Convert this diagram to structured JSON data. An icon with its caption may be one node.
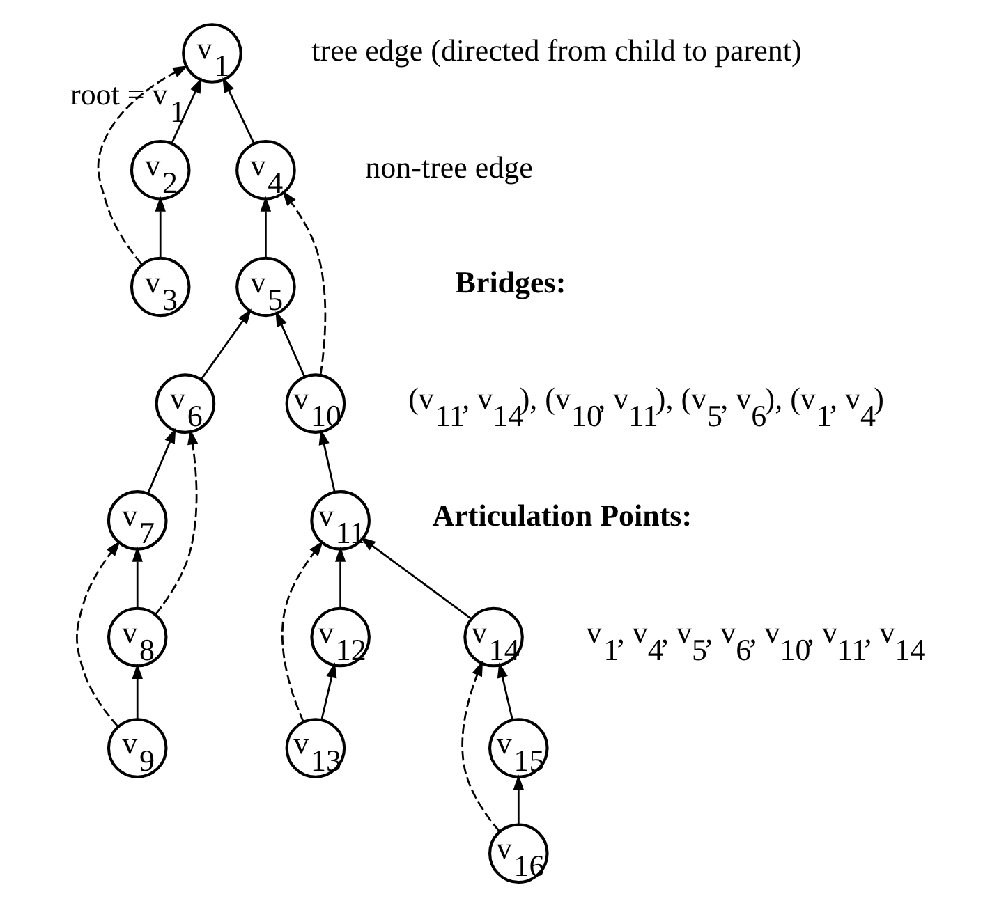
{
  "diagram": {
    "nodes": [
      {
        "text": [
          "v$_{1}$"
        ],
        "beside": [
          "root = v$_{1}$"
        ]
      },
      {
        "text": [
          "v$_{2}$"
        ]
      },
      {
        "text": [
          "v$_{3}$"
        ]
      },
      {
        "text": [
          "v$_{4}$"
        ]
      },
      {
        "text": [
          "v$_{5}$"
        ]
      },
      {
        "text": [
          "v$_{6}$"
        ]
      },
      {
        "text": [
          "v$_{7}$"
        ]
      },
      {
        "text": [
          "v$_{8}$"
        ]
      },
      {
        "text": [
          "v$_{9}$"
        ]
      },
      {
        "text": [
          "v$_{10}$"
        ]
      },
      {
        "text": [
          "v$_{11}$"
        ]
      },
      {
        "text": [
          "v$_{12}$"
        ]
      },
      {
        "text": [
          "v$_{13}$"
        ]
      },
      {
        "text": [
          "v$_{14}$"
        ]
      },
      {
        "text": [
          "v$_{15}$"
        ]
      },
      {
        "text": [
          "v$_{16}$"
        ]
      }
    ],
    "edges": [
      {
        "from": 1,
        "to": 0,
        "arrow": "to"
      },
      {
        "from": 2,
        "to": 1,
        "arrow": "to"
      },
      {
        "from": 2,
        "to": 0,
        "arrow": "to",
        "style": "dashed"
      },
      {
        "from": 3,
        "to": 0,
        "arrow": "to"
      },
      {
        "from": 4,
        "to": 3,
        "arrow": "to"
      },
      {
        "from": 9,
        "to": 3,
        "arrow": "to",
        "style": "dashed"
      },
      {
        "from": 5,
        "to": 4,
        "arrow": "to"
      },
      {
        "from": 9,
        "to": 4,
        "arrow": "to"
      },
      {
        "from": 6,
        "to": 5,
        "arrow": "to"
      },
      {
        "from": 7,
        "to": 5,
        "arrow": "to",
        "style": "dashed"
      },
      {
        "from": 7,
        "to": 6,
        "arrow": "to"
      },
      {
        "from": 8,
        "to": 7,
        "arrow": "to"
      },
      {
        "from": 8,
        "to": 6,
        "arrow": "to",
        "style": "dashed"
      },
      {
        "from": 10,
        "to": 9,
        "arrow": "to"
      },
      {
        "from": 11,
        "to": 10,
        "arrow": "to"
      },
      {
        "from": 12,
        "to": 10,
        "arrow": "to",
        "style": "dashed"
      },
      {
        "from": 12,
        "to": 11,
        "arrow": "to"
      },
      {
        "from": 13,
        "to": 10,
        "arrow": "to"
      },
      {
        "from": 14,
        "to": 13,
        "arrow": "to"
      },
      {
        "from": 15,
        "to": 14,
        "arrow": "to"
      },
      {
        "from": 15,
        "to": 13,
        "arrow": "to",
        "style": "dashed"
      }
    ],
    "labels": [
      "Bridges:",
      "(v$_{11}$, v$_{14}$), (v$_{10}$, v$_{11}$), (v$_{5}$, v$_{6}$), (v$_{1}$, v$_{4}$)",
      "Articulation Points:",
      "v$_{1}$, v$_{4}$, v$_{5}$, v$_{6}$, v$_{10}$, v$_{11}$, v$_{14}$"
    ],
    "legend": [
      {
        "text": "tree edge (directed from child to parent)"
      },
      {
        "text": "non-tree edge"
      }
    ]
  }
}
